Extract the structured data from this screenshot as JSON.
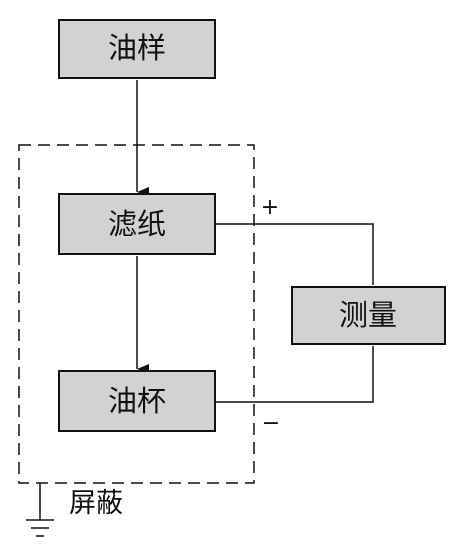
{
  "nodes": {
    "oil_sample": "油样",
    "filter_paper": "滤纸",
    "oil_cup": "油杯",
    "measure": "测量"
  },
  "terminals": {
    "positive": "+",
    "negative": "−"
  },
  "shield": {
    "label": "屏蔽"
  },
  "colors": {
    "box_fill": "#d2d2d2",
    "stroke": "#111111"
  }
}
